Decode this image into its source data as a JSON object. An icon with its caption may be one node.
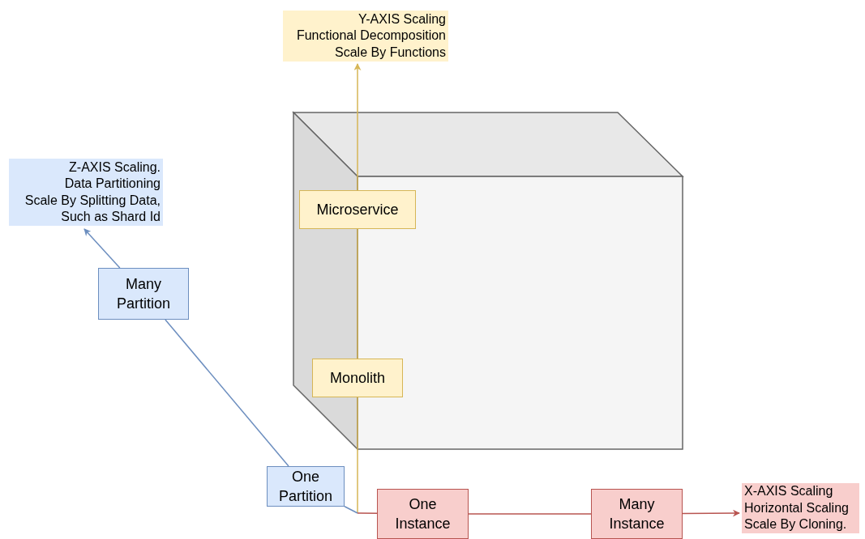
{
  "diagram": {
    "nodes": [
      {
        "text": [
          "Y-AXIS Scaling",
          "Functional Decomposition",
          "Scale By Functions"
        ]
      },
      {
        "text": [
          "Z-AXIS Scaling.",
          "Data Partitioning",
          "Scale By Splitting Data, Such as Shard Id"
        ]
      },
      {
        "text": [
          "X-AXIS Scaling",
          "Horizontal Scaling",
          "Scale By Cloning."
        ]
      },
      {
        "text": [
          "Microservice"
        ]
      },
      {
        "text": [
          "Monolith"
        ]
      },
      {
        "text": [
          "Many Partition"
        ]
      },
      {
        "text": [
          "One Partition"
        ]
      },
      {
        "text": [
          "One Instance"
        ]
      },
      {
        "text": [
          "Many Instance"
        ]
      }
    ],
    "edges": [
      {
        "from": null,
        "to": 4,
        "arrow": "none",
        "color": "#d6b656"
      },
      {
        "from": 4,
        "to": 3,
        "arrow": "none",
        "color": "#d6b656"
      },
      {
        "from": 3,
        "to": 0,
        "arrow": "to",
        "color": "#d6b656"
      },
      {
        "from": null,
        "to": 6,
        "arrow": "none",
        "color": "#6c8ebf"
      },
      {
        "from": 6,
        "to": 5,
        "arrow": "none",
        "color": "#6c8ebf"
      },
      {
        "from": 5,
        "to": 1,
        "arrow": "to",
        "color": "#6c8ebf"
      },
      {
        "from": null,
        "to": 7,
        "arrow": "none",
        "color": "#b85450"
      },
      {
        "from": 7,
        "to": 8,
        "arrow": "none",
        "color": "#b85450"
      },
      {
        "from": 8,
        "to": 2,
        "arrow": "to",
        "color": "#b85450"
      }
    ]
  }
}
